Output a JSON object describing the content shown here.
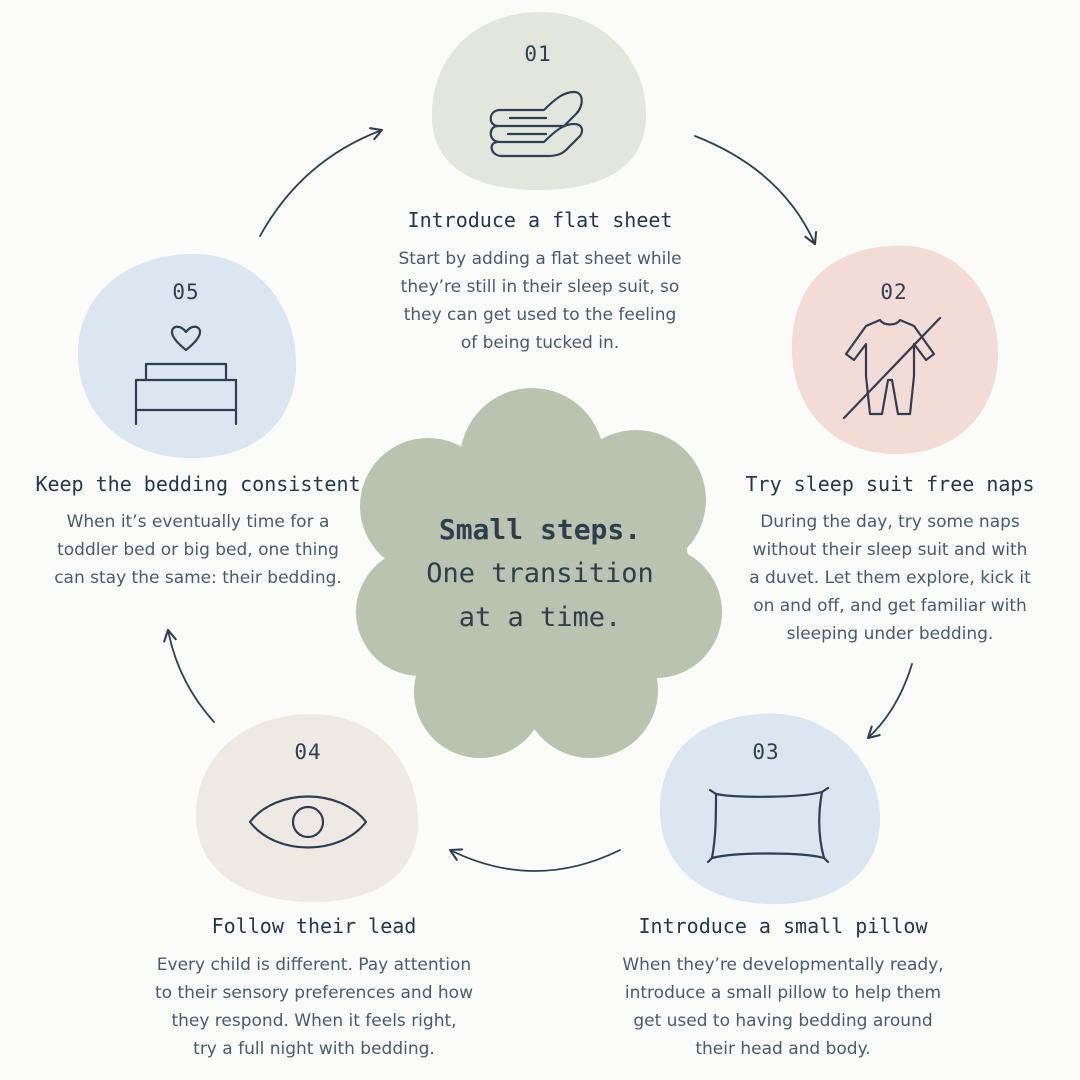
{
  "colors": {
    "ink": "#2e3f55",
    "blob_green_gray": "#e3e6dc",
    "blob_pink": "#f3dcd6",
    "blob_blue": "#dbe6f1",
    "blob_beige": "#efe9e3",
    "center_sage": "#b9c3b0"
  },
  "center": {
    "line1": "Small steps.",
    "line2": "One transition",
    "line3": "at a time."
  },
  "steps": [
    {
      "number": "01",
      "icon": "folded-sheets-icon",
      "title": "Introduce a flat sheet",
      "lines": [
        "Start by adding a flat sheet while",
        "they’re still in their sleep suit, so",
        "they can get used to the feeling",
        "of being tucked in."
      ]
    },
    {
      "number": "02",
      "icon": "no-sleep-suit-icon",
      "title": "Try sleep suit free naps",
      "lines": [
        "During the day, try some naps",
        "without their sleep suit and with",
        "a duvet. Let them explore, kick it",
        "on and off, and get familiar with",
        "sleeping under bedding."
      ]
    },
    {
      "number": "03",
      "icon": "pillow-icon",
      "title": "Introduce a small pillow",
      "lines": [
        "When they’re developmentally ready,",
        "introduce a small pillow to help them",
        "get used to having bedding around",
        "their head and body."
      ]
    },
    {
      "number": "04",
      "icon": "eye-icon",
      "title": "Follow their lead",
      "lines": [
        "Every child is different. Pay attention",
        "to their sensory preferences and how",
        "they respond. When it feels right,",
        "try a full night with bedding."
      ]
    },
    {
      "number": "05",
      "icon": "bed-heart-icon",
      "title": "Keep the bedding consistent",
      "lines": [
        "When it’s eventually time for a",
        "toddler bed or big bed, one thing",
        "can stay the same: their bedding."
      ]
    }
  ]
}
